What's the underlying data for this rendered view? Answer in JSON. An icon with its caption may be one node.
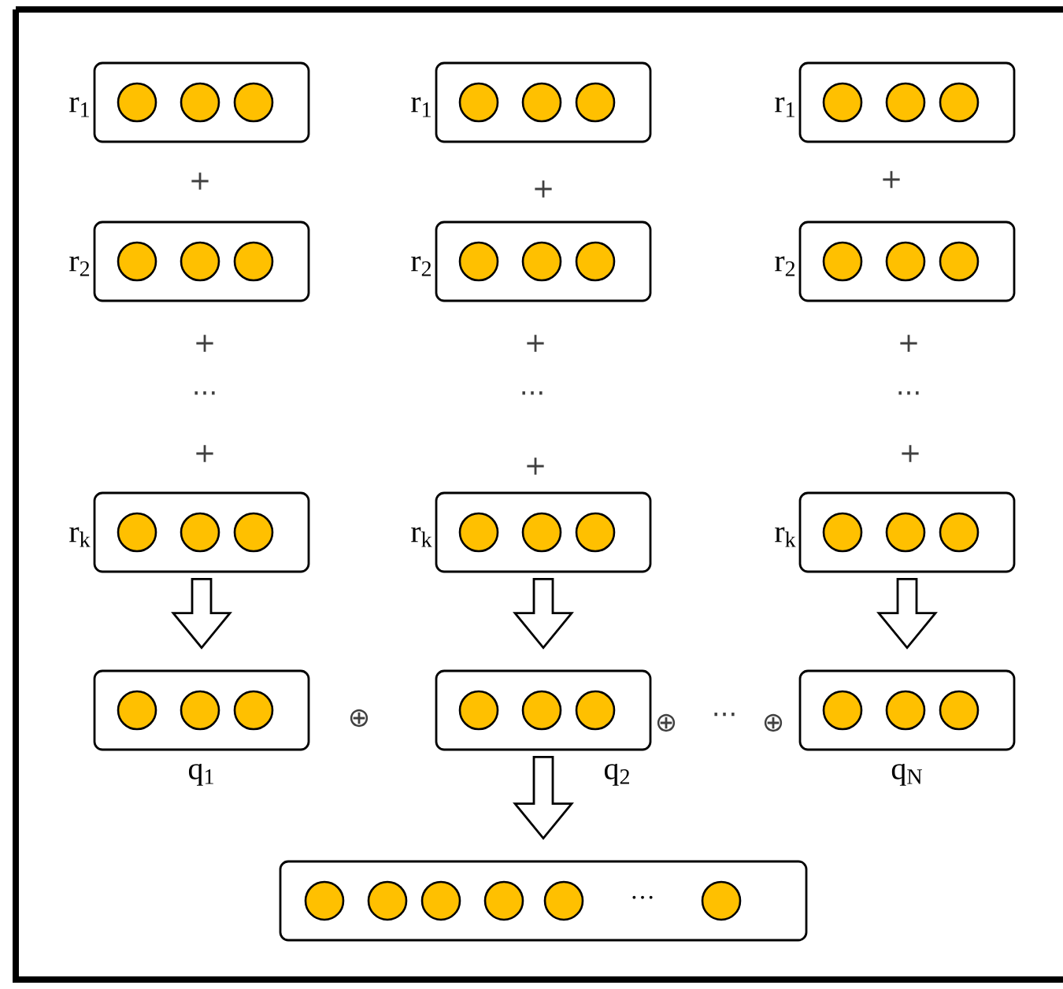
{
  "diagram": {
    "nodes": [
      {
        "text": [],
        "shape": "box",
        "beside": [
          "r$_{1}$"
        ]
      },
      {
        "text": [],
        "shape": "box",
        "beside": [
          "r$_{1}$"
        ]
      },
      {
        "text": [],
        "shape": "box",
        "beside": [
          "r$_{1}$"
        ]
      },
      {
        "text": [],
        "shape": "box",
        "beside": [
          "r$_{2}$"
        ]
      },
      {
        "text": [],
        "shape": "box",
        "beside": [
          "r$_{2}$"
        ]
      },
      {
        "text": [],
        "shape": "box",
        "beside": [
          "r$_{2}$"
        ]
      },
      {
        "text": [],
        "shape": "box",
        "beside": [
          "r$_{k}$"
        ]
      },
      {
        "text": [],
        "shape": "box",
        "beside": [
          "r$_{k}$"
        ]
      },
      {
        "text": [],
        "shape": "box",
        "beside": [
          "r$_{k}$"
        ]
      },
      {
        "text": [],
        "shape": "box",
        "beside": [
          "q$_{1}$"
        ]
      },
      {
        "text": [],
        "shape": "box",
        "beside": [
          "q$_{2}$"
        ]
      },
      {
        "text": [],
        "shape": "box",
        "beside": [
          "q$_{N}$"
        ]
      },
      {
        "text": [
          "···"
        ]
      }
    ],
    "edges": [
      {
        "from": 6,
        "to": 9,
        "arrow": "to"
      },
      {
        "from": 7,
        "to": 10,
        "arrow": "to"
      },
      {
        "from": 8,
        "to": 11,
        "arrow": "to"
      },
      {
        "from": 10,
        "to": 12,
        "arrow": "to"
      }
    ],
    "labels": [
      "+",
      "+",
      "+",
      "+",
      "+",
      "+",
      "···",
      "···",
      "···",
      "+",
      "+",
      "+",
      "⊕",
      "⊕",
      "···",
      "⊕"
    ]
  }
}
